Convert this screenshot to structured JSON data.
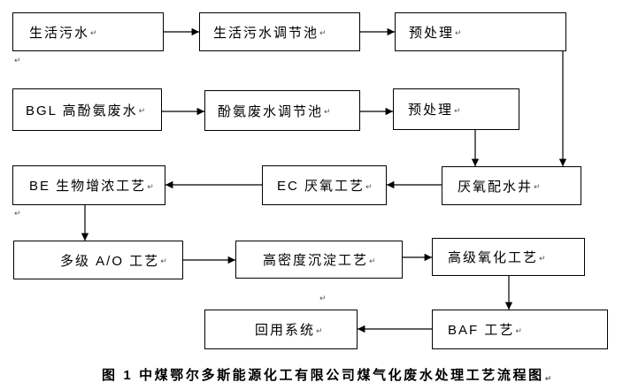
{
  "paragraph_mark": "↵",
  "nodes": {
    "domestic_sewage": "生活污水",
    "domestic_sewage_basin": "生活污水调节池",
    "pretreatment_1": "预处理",
    "bgl_wastewater": "BGL 高酚氨废水",
    "phenol_ammonia_basin": "酚氨废水调节池",
    "pretreatment_2": "预处理",
    "be_process": "BE 生物增浓工艺",
    "ec_process": "EC 厌氧工艺",
    "anaerobic_well": "厌氧配水井",
    "ao_process": "多级 A/O 工艺",
    "hd_sedimentation": "高密度沉淀工艺",
    "advanced_oxidation": "高级氧化工艺",
    "reuse_system": "回用系统",
    "baf_process": "BAF 工艺"
  },
  "caption": "图 1  中煤鄂尔多斯能源化工有限公司煤气化废水处理工艺流程图"
}
